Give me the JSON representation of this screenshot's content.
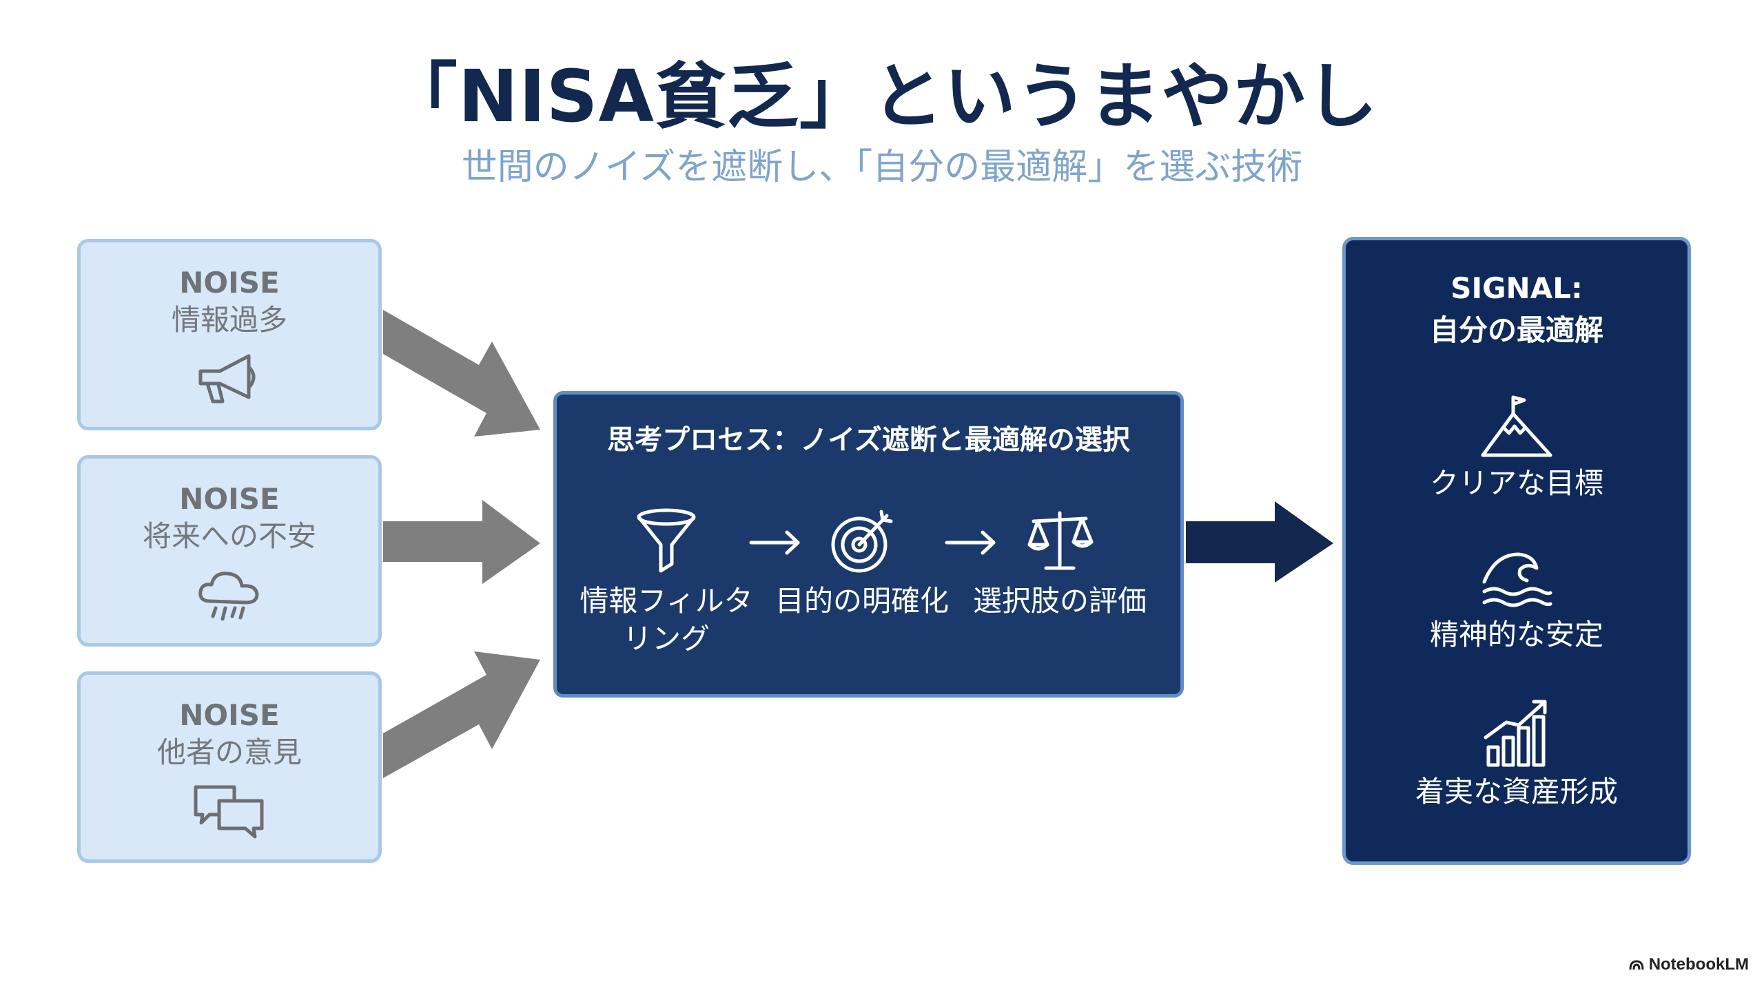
{
  "title": "「NISA貧乏」というまやかし",
  "subtitle": "世間のノイズを遮断し、「自分の最適解」を選ぶ技術",
  "noise_boxes": [
    {
      "label": "NOISE",
      "text": "情報過多",
      "icon": "megaphone-icon"
    },
    {
      "label": "NOISE",
      "text": "将来への不安",
      "icon": "rain-cloud-icon"
    },
    {
      "label": "NOISE",
      "text": "他者の意見",
      "icon": "chat-bubbles-icon"
    }
  ],
  "process": {
    "title": "思考プロセス：ノイズ遮断と最適解の選択",
    "steps": [
      {
        "label_line1": "情報フィルタ",
        "label_line2": "リング",
        "icon": "funnel-icon"
      },
      {
        "label_line1": "目的の明確化",
        "label_line2": "",
        "icon": "target-icon"
      },
      {
        "label_line1": "選択肢の評価",
        "label_line2": "",
        "icon": "scales-icon"
      }
    ]
  },
  "signal": {
    "title_line1": "SIGNAL:",
    "title_line2": "自分の最適解",
    "items": [
      {
        "label": "クリアな目標",
        "icon": "mountain-flag-icon"
      },
      {
        "label": "精神的な安定",
        "icon": "wave-icon"
      },
      {
        "label": "着実な資産形成",
        "icon": "growth-chart-icon"
      }
    ]
  },
  "brand": "NotebookLM",
  "colors": {
    "title": "#13284f",
    "subtitle": "#7fa4cc",
    "noise_bg": "#d8e8f8",
    "noise_border": "#a9c8e8",
    "process_bg": "#1b3a6b",
    "signal_bg": "#0f2a5a",
    "arrow_gray": "#7f7f7f",
    "arrow_navy": "#13284f"
  }
}
